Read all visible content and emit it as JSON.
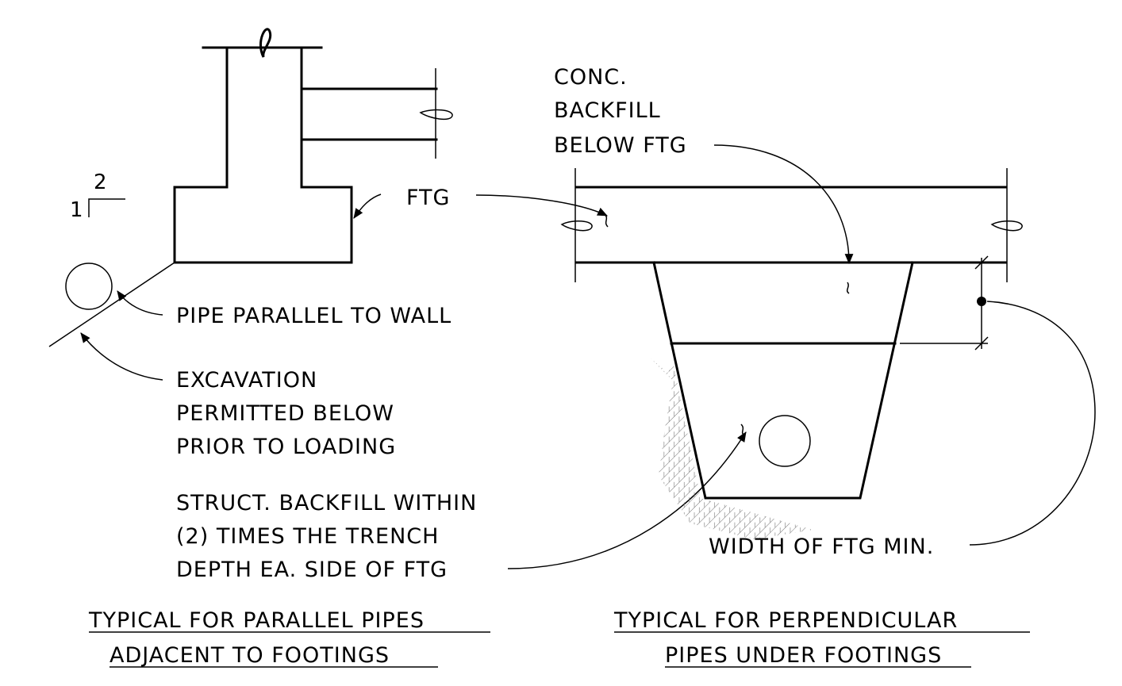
{
  "slope": {
    "rise": "1",
    "run": "2"
  },
  "labels": {
    "ftg": "FTG",
    "pipe_parallel": "PIPE PARALLEL TO WALL",
    "excavation": [
      "EXCAVATION",
      "PERMITTED BELOW",
      "PRIOR TO LOADING"
    ],
    "struct_backfill": [
      "STRUCT. BACKFILL WITHIN",
      "(2) TIMES THE TRENCH",
      "DEPTH EA. SIDE OF FTG"
    ],
    "conc_backfill": [
      "CONC.",
      "BACKFILL",
      "BELOW FTG"
    ],
    "width_min": "WIDTH OF FTG MIN."
  },
  "titles": {
    "left": [
      "TYPICAL FOR PARALLEL PIPES",
      "ADJACENT TO FOOTINGS"
    ],
    "right": [
      "TYPICAL FOR PERPENDICULAR",
      "PIPES UNDER FOOTINGS"
    ]
  }
}
